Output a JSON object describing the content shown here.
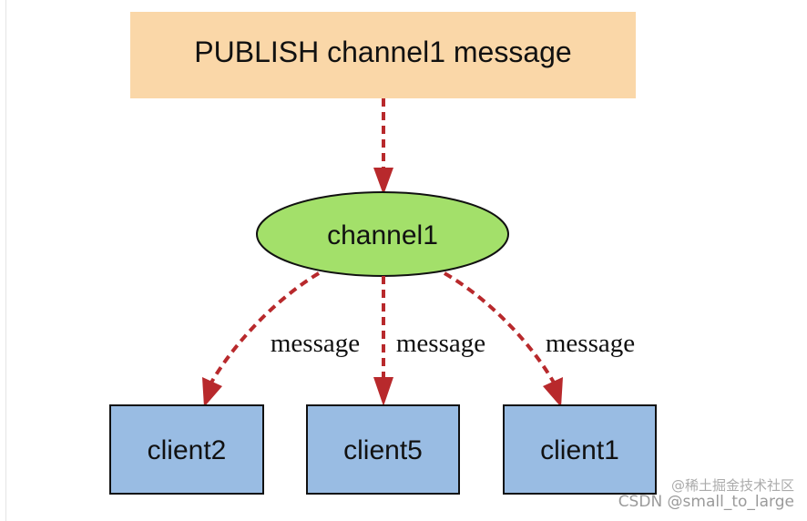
{
  "diagram": {
    "publish_box": {
      "label": "PUBLISH channel1 message",
      "fill": "#fad7a8"
    },
    "channel_node": {
      "label": "channel1",
      "fill": "#a3e06a"
    },
    "clients": [
      {
        "label": "client2"
      },
      {
        "label": "client5"
      },
      {
        "label": "client1"
      }
    ],
    "client_fill": "#99bce3",
    "edge_color": "#b8292c",
    "edge_labels": [
      "message",
      "message",
      "message"
    ]
  },
  "watermark": {
    "top": "@稀土掘金技术社区",
    "bottom": "CSDN @small_to_large"
  }
}
